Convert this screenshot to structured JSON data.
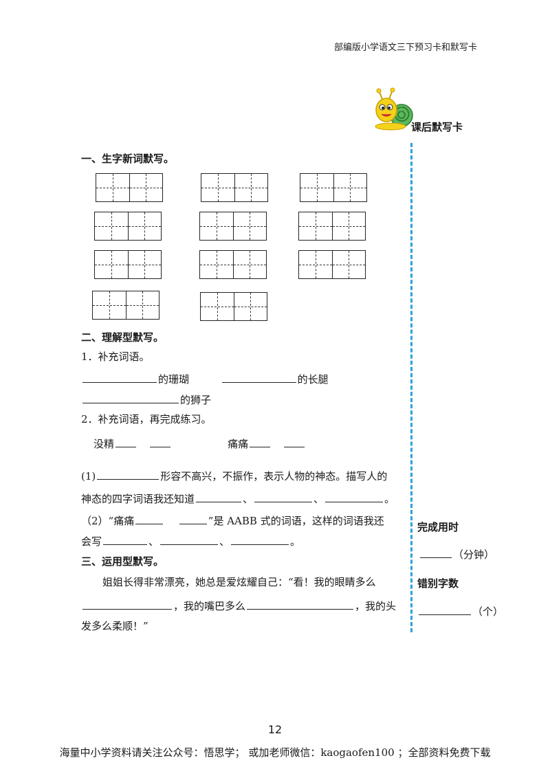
{
  "header": {
    "title": "部编版小学语文三下预习卡和默写卡"
  },
  "card_title": "课后默写卡",
  "section1": {
    "title": "一、生字新词默写。"
  },
  "section2": {
    "title": "二、理解型默写。",
    "q1": {
      "label": "1．补充词语。",
      "w1": "的珊瑚",
      "w2": "的长腿",
      "w3": "的狮子"
    },
    "q2": {
      "label": "2．补充词语，再完成练习。",
      "w1": "没精",
      "w2": "痛痛",
      "sub1_a": "(1)",
      "sub1_b": "形容不高兴，不振作，表示人物的神态。描写人的",
      "sub1_c": "神态的四字词语我还知道",
      "sep1": "、",
      "sep2": "、",
      "end1": "。",
      "sub2_a": "（2）“痛痛",
      "sub2_b": "”是 AABB 式的词语，这样的词语我还",
      "sub2_c": "会写",
      "sep3": "、",
      "sep4": "、",
      "end2": "。"
    }
  },
  "section3": {
    "title": "三、运用型默写。",
    "line1": "姐姐长得非常漂亮，她总是爱炫耀自己：“看！我的眼睛多么",
    "line2_a": "，我的嘴巴多么",
    "line2_b": "，我的头",
    "line3": "发多么柔顺！”"
  },
  "sidebar": {
    "time_label": "完成用时",
    "time_unit": "（分钟）",
    "error_label": "错别字数",
    "error_unit": "（个）"
  },
  "page_number": "12",
  "footer": "海量中小学资料请关注公众号：悟思学；  或加老师微信：kaogaofen100 ；全部资料免费下载"
}
